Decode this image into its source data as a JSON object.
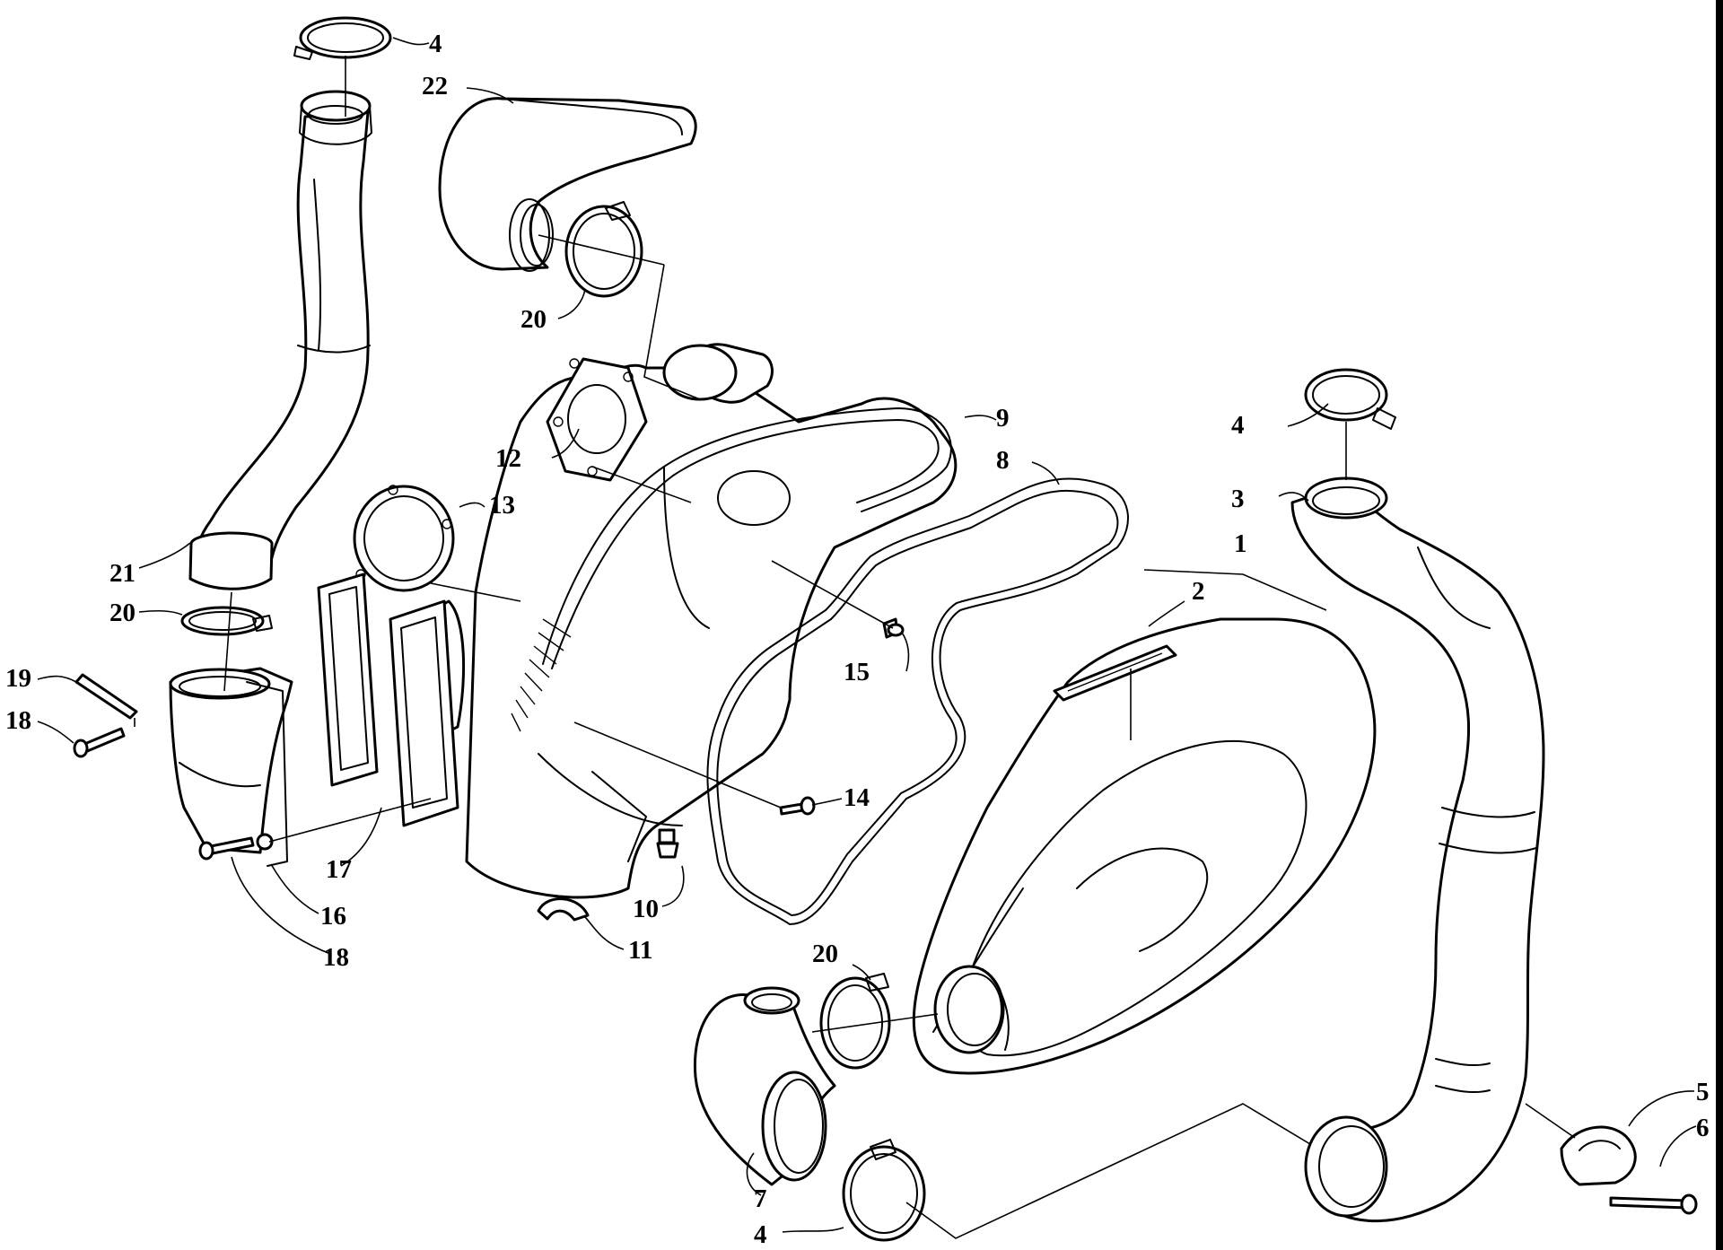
{
  "callouts": [
    {
      "id": "c4a",
      "text": "4"
    },
    {
      "id": "c22",
      "text": "22"
    },
    {
      "id": "c20a",
      "text": "20"
    },
    {
      "id": "c9",
      "text": "9"
    },
    {
      "id": "c8",
      "text": "8"
    },
    {
      "id": "c12",
      "text": "12"
    },
    {
      "id": "c13",
      "text": "13"
    },
    {
      "id": "c4b",
      "text": "4"
    },
    {
      "id": "c3",
      "text": "3"
    },
    {
      "id": "c1",
      "text": "1"
    },
    {
      "id": "c2",
      "text": "2"
    },
    {
      "id": "c21",
      "text": "21"
    },
    {
      "id": "c20b",
      "text": "20"
    },
    {
      "id": "c19",
      "text": "19"
    },
    {
      "id": "c18a",
      "text": "18"
    },
    {
      "id": "c15",
      "text": "15"
    },
    {
      "id": "c14",
      "text": "14"
    },
    {
      "id": "c17",
      "text": "17"
    },
    {
      "id": "c16",
      "text": "16"
    },
    {
      "id": "c18b",
      "text": "18"
    },
    {
      "id": "c10",
      "text": "10"
    },
    {
      "id": "c11",
      "text": "11"
    },
    {
      "id": "c20c",
      "text": "20"
    },
    {
      "id": "c5",
      "text": "5"
    },
    {
      "id": "c6",
      "text": "6"
    },
    {
      "id": "c7",
      "text": "7"
    },
    {
      "id": "c4c",
      "text": "4"
    }
  ]
}
